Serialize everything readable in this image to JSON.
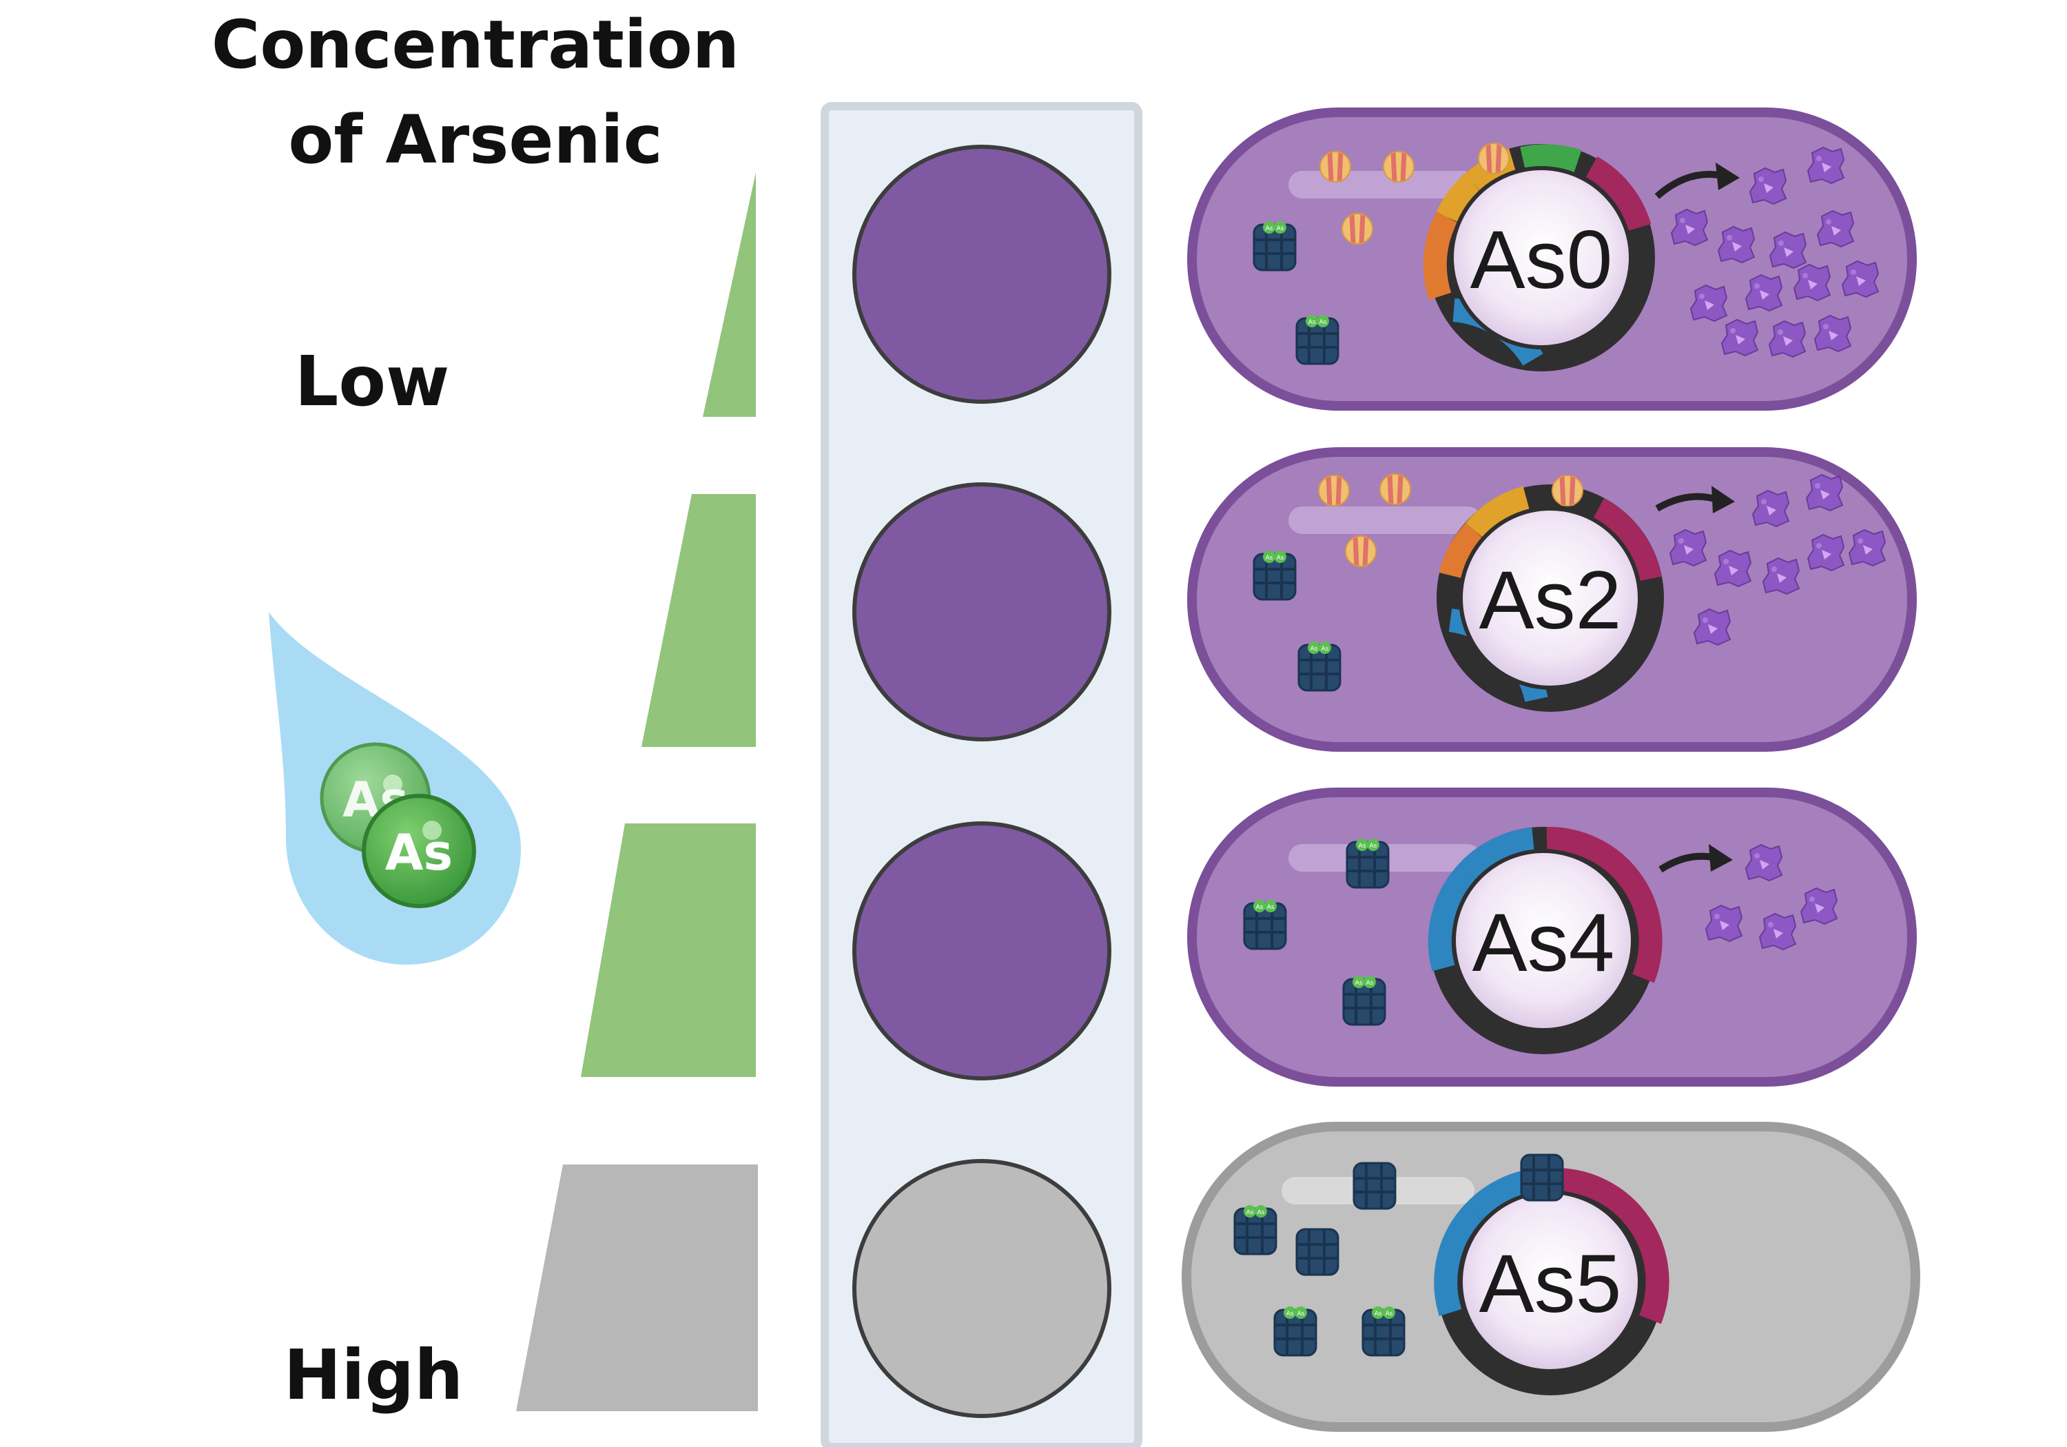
{
  "title": {
    "line1": "Concentration",
    "line2": "of Arsenic"
  },
  "scale_labels": {
    "low": "Low",
    "high": "High"
  },
  "droplet": {
    "element_back": "As",
    "element_front": "As"
  },
  "colors": {
    "purple_signal": "#7f5aa3",
    "no_signal_gray": "#bbbbbb",
    "ramp_green": "#92c47c",
    "ramp_gray": "#b7b7b7",
    "droplet_blue": "#a9dbf5",
    "arsenic_green": "#4aa64a"
  },
  "rows": [
    {
      "plasmid_label": "As0",
      "cell_state": "purple",
      "well_color": "purple",
      "output": "high"
    },
    {
      "plasmid_label": "As2",
      "cell_state": "purple",
      "well_color": "purple",
      "output": "medium"
    },
    {
      "plasmid_label": "As4",
      "cell_state": "purple",
      "well_color": "purple",
      "output": "low"
    },
    {
      "plasmid_label": "As5",
      "cell_state": "gray",
      "well_color": "gray",
      "output": "none"
    }
  ]
}
